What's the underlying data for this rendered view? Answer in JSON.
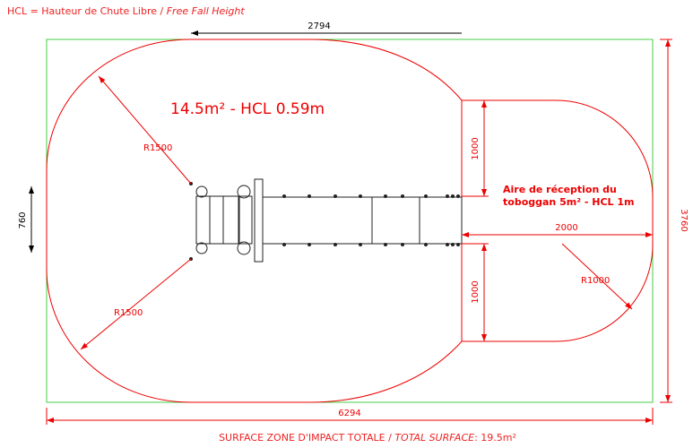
{
  "legend": {
    "prefix": "HCL = Hauteur de Chute Libre / ",
    "italic": "Free Fall Height"
  },
  "main_label": "14.5m² - HCL 0.59m",
  "slide_label": {
    "line1": "Aire de réception du",
    "line2": "toboggan 5m² - HCL 1m"
  },
  "dimensions": {
    "top_width": "2794",
    "equipment_width": "760",
    "total_width": "6294",
    "total_height": "3760",
    "slide_half_upper": "1000",
    "slide_half_lower": "1000",
    "slide_length": "2000",
    "radius_upper": "R1500",
    "radius_lower": "R1500",
    "radius_slide": "R1000"
  },
  "footer": {
    "prefix": "SURFACE ZONE D'IMPACT TOTALE / ",
    "italic": "TOTAL SURFACE",
    "suffix": ": 19.5m²"
  },
  "colors": {
    "zone": "#ff0000",
    "boundary": "#33cc33",
    "dim": "#000000"
  }
}
